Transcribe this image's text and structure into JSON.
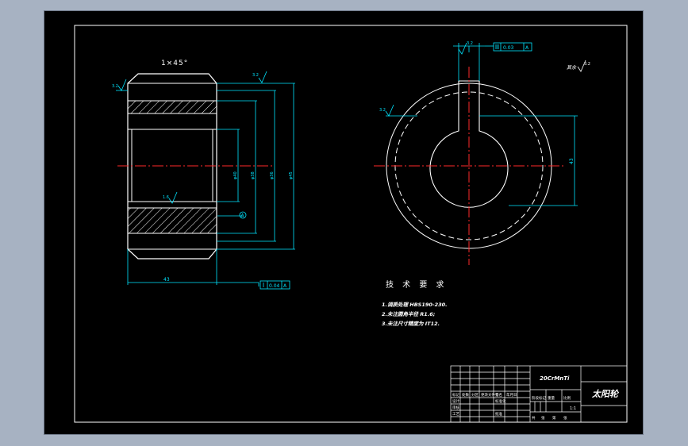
{
  "drawing": {
    "title_cn": "太阳轮",
    "material": "20CrMnTi",
    "chamfer_note": "1×45°",
    "roughness_rest": "其余",
    "tech_req": {
      "heading": "技 术 要 求",
      "items": [
        "1.调质处理 HBS190-230.",
        "2.未注圆角半径 R1.6;",
        "3.未注尺寸精度为 IT12."
      ]
    },
    "tol_frame_runout": "0.04",
    "tol_frame_runout_datum": "A",
    "tol_frame_sym": "0.03",
    "tol_frame_sym_datum": "A",
    "dim_width": "43",
    "dim_keyway_h": "43",
    "dim_diameters": [
      "φ40",
      "φ38",
      "φ36",
      "φ45"
    ],
    "datum_label": "A",
    "roughness_values": [
      "3.2",
      "3.2",
      "1.6",
      "3.2",
      "3.2",
      "3.2"
    ]
  },
  "title_block": {
    "row_labels": [
      "标记",
      "处数",
      "分区",
      "更改文件号",
      "签名",
      "年月日"
    ],
    "row2": [
      "设计",
      "",
      "标准化"
    ],
    "row3": [
      "审核"
    ],
    "row4": [
      "工艺",
      "",
      "批准"
    ],
    "stage_labels": [
      "阶段标记",
      "重量",
      "比例"
    ],
    "scale": "1:1",
    "sheet_info": [
      "共",
      "张",
      "第",
      "张"
    ]
  },
  "colors": {
    "background": "#000000",
    "outline": "#ffffff",
    "dimension": "#00e5ff",
    "centerline": "#ff2a2a",
    "frame_outer": "#a7b2c2"
  }
}
